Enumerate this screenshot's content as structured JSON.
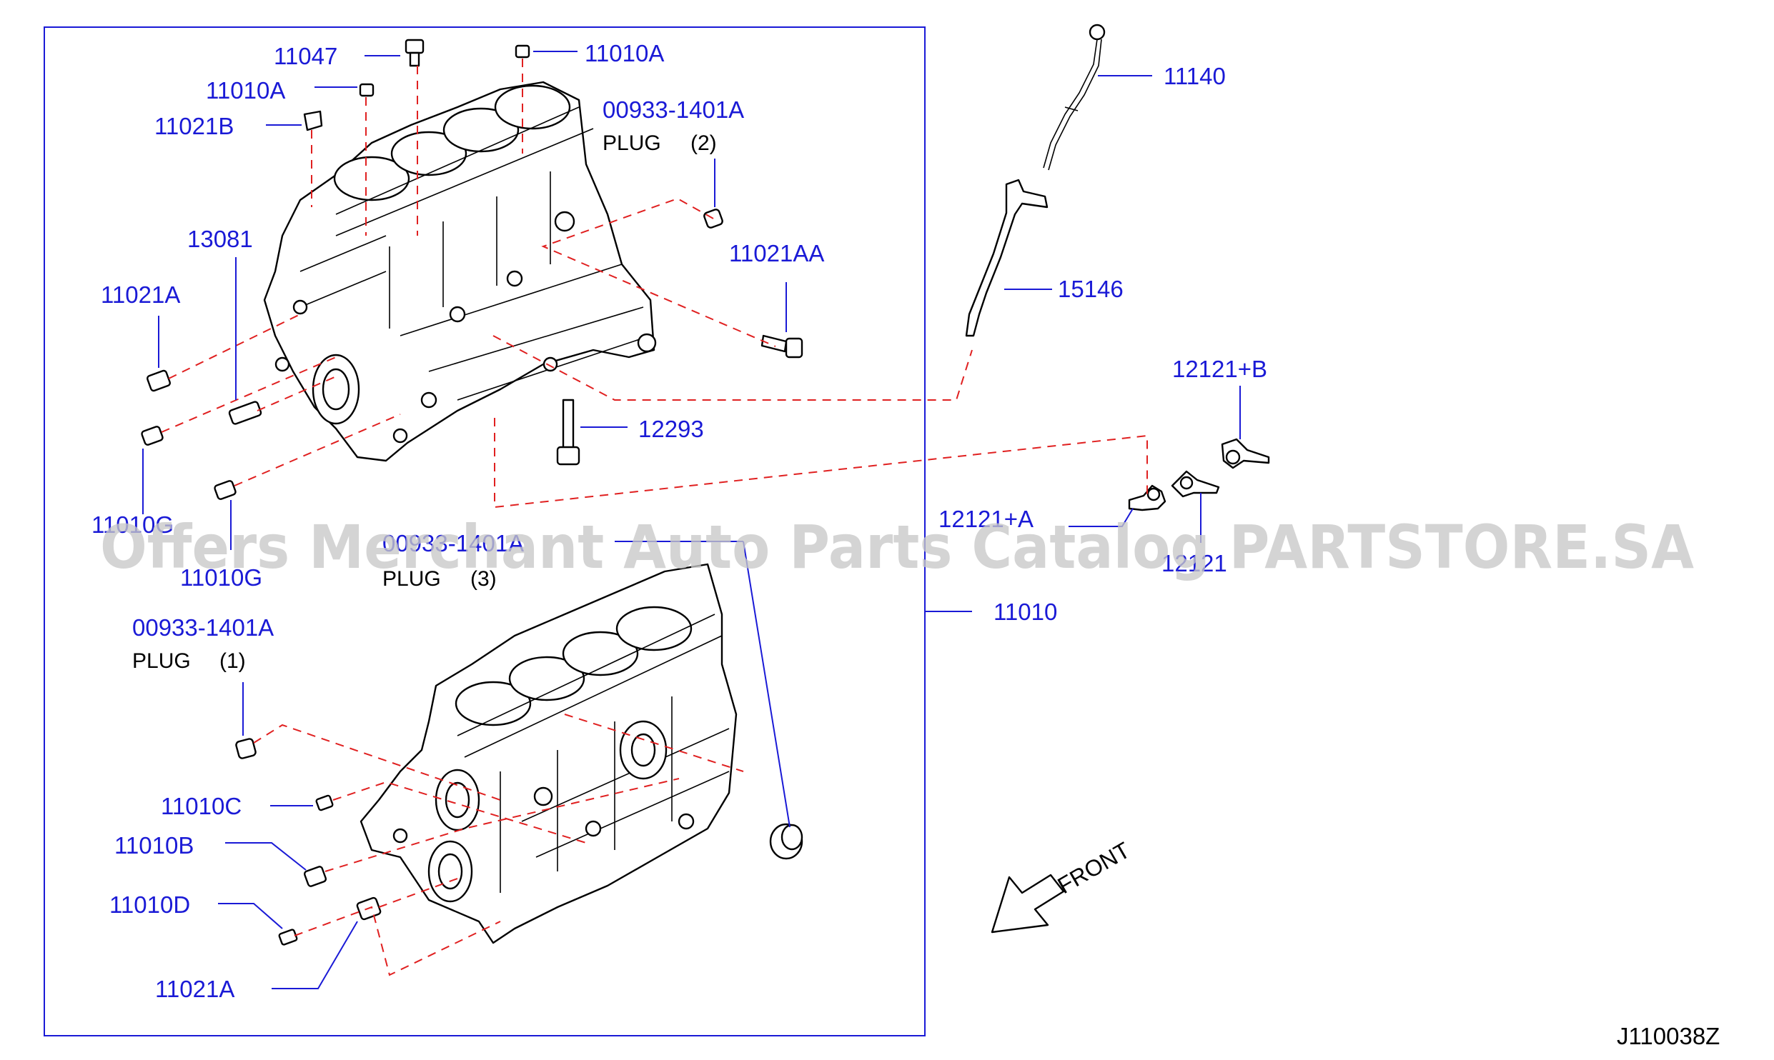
{
  "diagram_id": "J110038Z",
  "watermark": "Offers Merchant Auto Parts Catalog PARTSTORE.SA",
  "front_label": "FRONT",
  "labels": {
    "p11047": "11047",
    "p11010a_1": "11010A",
    "p11010a_2": "11010A",
    "p11021b": "11021B",
    "p00933_top": "00933-1401A",
    "plug_top": "PLUG",
    "plug_top_qty": "(2)",
    "p13081": "13081",
    "p11021aa": "11021AA",
    "p11021a_top": "11021A",
    "p12293": "12293",
    "p11010g_1": "11010G",
    "p00933_mid": "00933-1401A",
    "plug_mid": "PLUG",
    "plug_mid_qty": "(3)",
    "p11010g_2": "11010G",
    "p00933_low": "00933-1401A",
    "plug_low": "PLUG",
    "plug_low_qty": "(1)",
    "p11010c": "11010C",
    "p11010b": "11010B",
    "p11010d": "11010D",
    "p11021a_bot": "11021A",
    "p11140": "11140",
    "p15146": "15146",
    "p12121b": "12121+B",
    "p12121a": "12121+A",
    "p12121": "12121",
    "p11010": "11010"
  },
  "colors": {
    "label": "#1a1ad6",
    "leader_dash": "#e02020",
    "frame": "#1a1ad6",
    "watermark": "#c8c8c8"
  }
}
